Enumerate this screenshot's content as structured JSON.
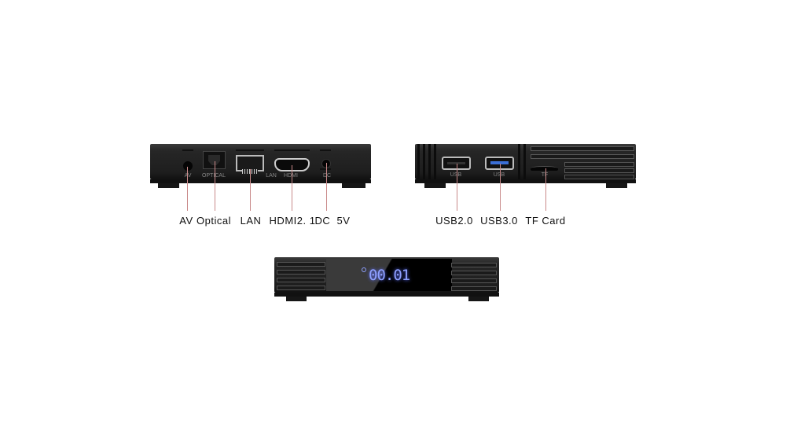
{
  "back_panel": {
    "port_labels_printed": [
      "AV",
      "OPTICAL",
      "LAN",
      "HDMI",
      "DC"
    ],
    "callouts": [
      "AV",
      "Optical",
      "LAN",
      "HDMI2. 1",
      "DC  5V"
    ]
  },
  "side_panel": {
    "port_labels_printed": [
      "USB",
      "USB",
      "TF"
    ],
    "callouts": [
      "USB2.0",
      "USB3.0",
      "TF Card"
    ],
    "usb3_color": "#3b6fd6"
  },
  "front_panel": {
    "display_text": "00.01",
    "display_color": "#8fa0ff"
  }
}
